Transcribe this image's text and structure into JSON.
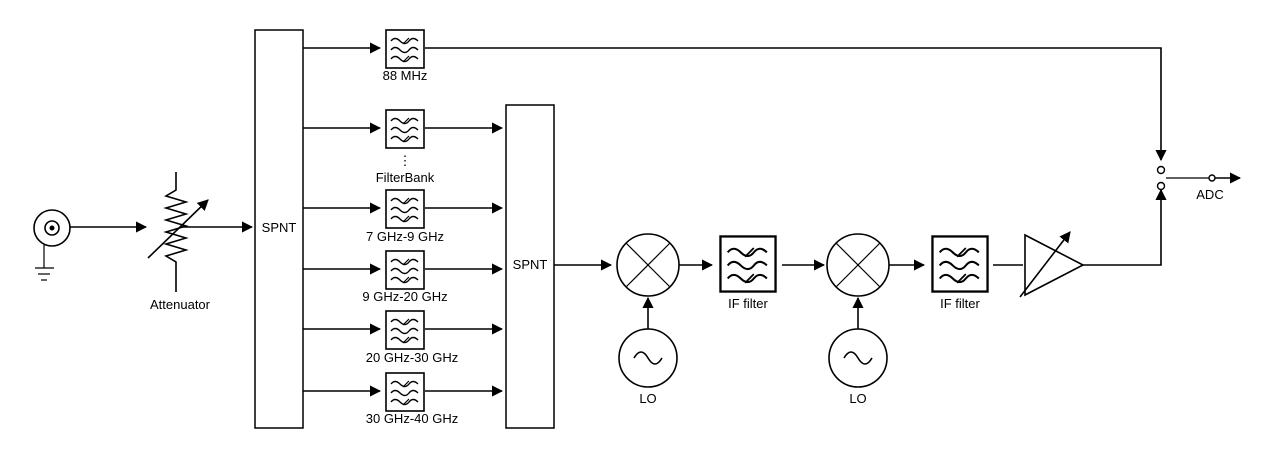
{
  "colors": {
    "stroke": "#000000",
    "background": "#ffffff"
  },
  "labels": {
    "attenuator": "Attenuator",
    "spnt_left": "SPNT",
    "spnt_right": "SPNT",
    "filter_88": "88 MHz",
    "filter_bank": "FilterBank",
    "filter_7_9": "7 GHz-9 GHz",
    "filter_9_20": "9 GHz-20 GHz",
    "filter_20_30": "20 GHz-30 GHz",
    "filter_30_40": "30 GHz-40 GHz",
    "if_filter_1": "IF filter",
    "if_filter_2": "IF filter",
    "lo_1": "LO",
    "lo_2": "LO",
    "adc": "ADC",
    "ellipsis": "⋮"
  },
  "icons": {
    "input": "coaxial-input-icon",
    "ground": "ground-icon",
    "attenuator": "variable-attenuator-icon",
    "filter": "bandpass-filter-icon",
    "mixer": "mixer-icon",
    "oscillator": "oscillator-icon",
    "amplifier": "variable-gain-amplifier-icon",
    "switch": "spdt-switch-icon"
  }
}
